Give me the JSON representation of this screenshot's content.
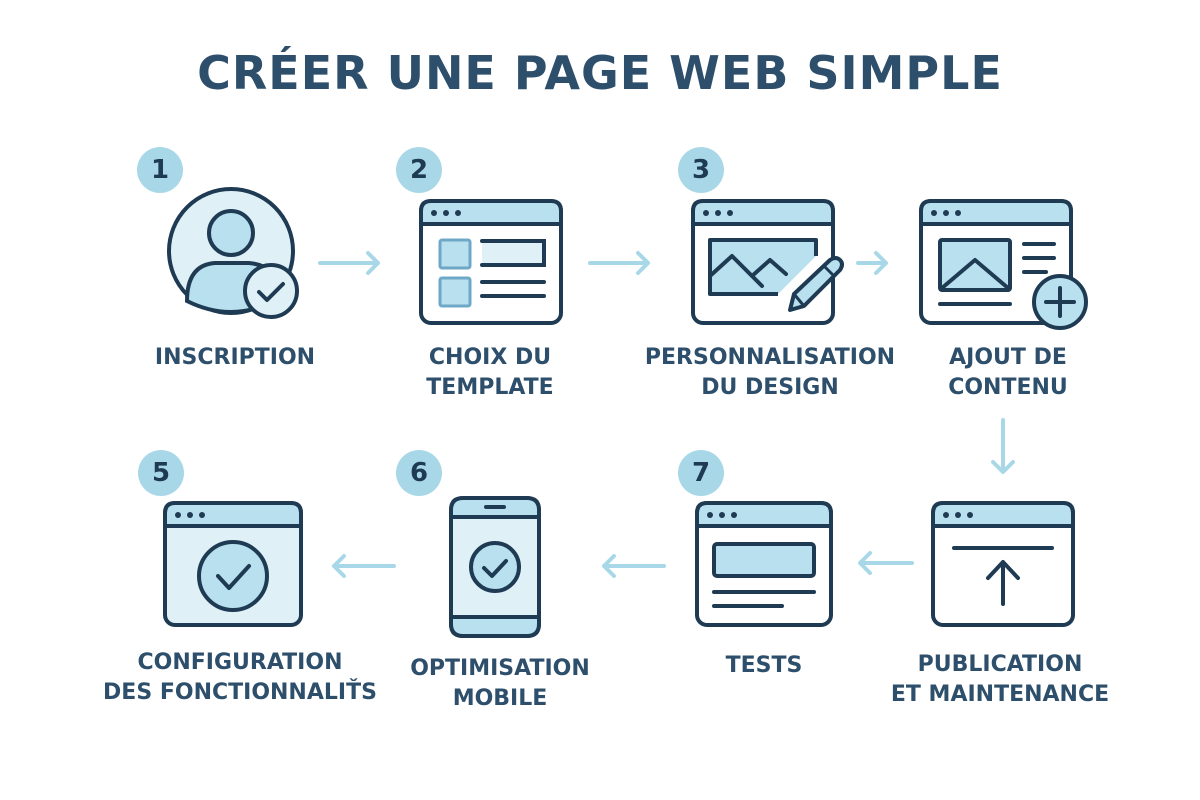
{
  "title": "CRÉER UNE PAGE WEB SIMPLE",
  "colors": {
    "dark": "#2d4f6b",
    "stroke": "#1f3b53",
    "light": "#a8d8e8",
    "pale": "#dff1f7",
    "arrow": "#a8d8e8"
  },
  "steps": [
    {
      "number": "1",
      "line1": "INSCRIPTION",
      "line2": "",
      "icon": "user-check-icon"
    },
    {
      "number": "2",
      "line1": "CHOIX DU",
      "line2": "TEMPLATE",
      "icon": "template-layout-icon"
    },
    {
      "number": "3",
      "line1": "PERSONNALISATION",
      "line2": "DU DESIGN",
      "icon": "image-edit-icon"
    },
    {
      "number": "",
      "line1": "AJOUT DE",
      "line2": "CONTENU",
      "icon": "add-content-icon"
    },
    {
      "number": "",
      "line1": "PUBLICATION",
      "line2": "ET MAINTENANCE",
      "icon": "upload-icon"
    },
    {
      "number": "7",
      "line1": "TESTS",
      "line2": "",
      "icon": "test-window-icon"
    },
    {
      "number": "6",
      "line1": "OPTIMISATION",
      "line2": "MOBILE",
      "icon": "mobile-check-icon"
    },
    {
      "number": "5",
      "line1": "CONFIGURATION",
      "line2": "DES FONCTIONNALIŤS",
      "icon": "window-check-icon"
    }
  ]
}
